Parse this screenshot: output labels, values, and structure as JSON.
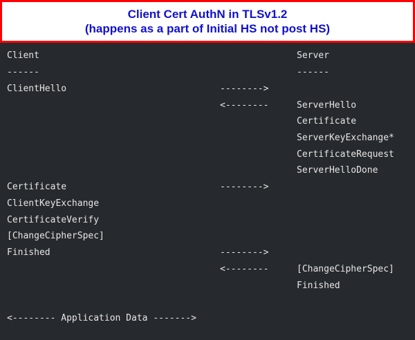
{
  "title": {
    "line1": "Client Cert AuthN in TLSv1.2",
    "line2": "(happens as a part of Initial HS not post HS)"
  },
  "colors": {
    "title_text": "#1010d0",
    "title_border": "#ff0000",
    "background": "#26292d",
    "text": "#e6e6e6"
  },
  "diagram": {
    "client_header": "Client",
    "client_rule": "------",
    "server_header": "Server",
    "server_rule": "------",
    "client_messages": {
      "client_hello": "ClientHello",
      "certificate": "Certificate",
      "client_key_exchange": "ClientKeyExchange",
      "certificate_verify": "CertificateVerify",
      "change_cipher_spec": "[ChangeCipherSpec]",
      "finished": "Finished"
    },
    "server_messages": {
      "server_hello": "ServerHello",
      "certificate": "Certificate",
      "server_key_exchange": "ServerKeyExchange*",
      "certificate_request": "CertificateRequest",
      "server_hello_done": "ServerHelloDone",
      "change_cipher_spec": "[ChangeCipherSpec]",
      "finished": "Finished"
    },
    "arrows": {
      "client_hello": "-------->",
      "server_hello": "<--------",
      "certificate": "-------->",
      "finished_client": "-------->",
      "finished_server": "<--------"
    },
    "application_data": "<-------- Application Data ------->"
  }
}
